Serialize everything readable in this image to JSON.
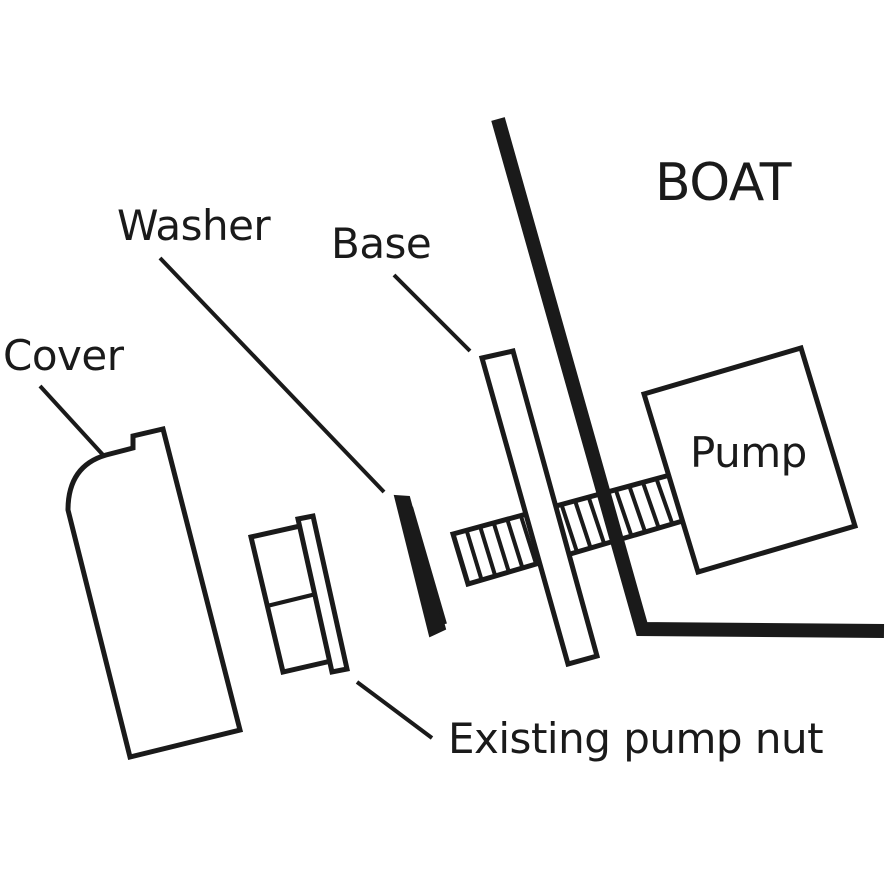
{
  "labels": {
    "boat": "BOAT",
    "washer": "Washer",
    "base": "Base",
    "cover": "Cover",
    "pump": "Pump",
    "nut": "Existing pump nut"
  }
}
